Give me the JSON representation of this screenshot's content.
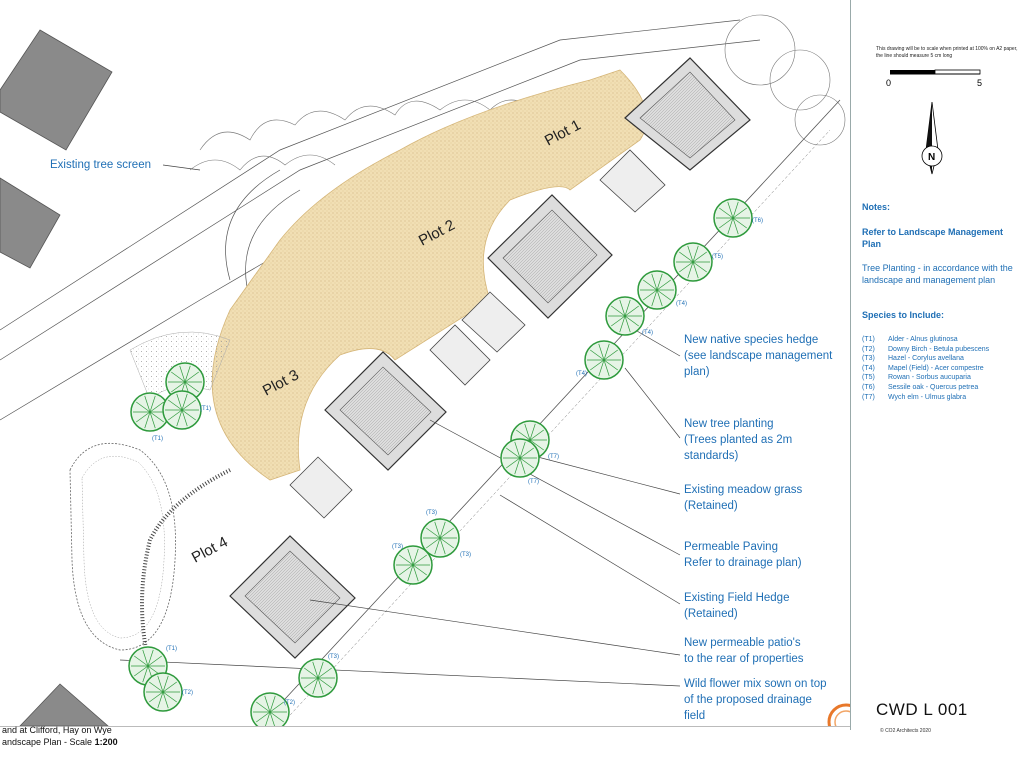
{
  "labels": {
    "existing_tree_screen": "Existing tree screen",
    "plots": [
      "Plot 1",
      "Plot 2",
      "Plot 3",
      "Plot 4"
    ],
    "hedge": [
      "New native species hedge",
      "(see landscape management",
      "plan)"
    ],
    "tree_planting": [
      "New tree planting",
      "(Trees planted as 2m",
      "standards)"
    ],
    "meadow": [
      "Existing meadow grass",
      "(Retained)"
    ],
    "paving": [
      "Permeable Paving",
      "Refer to drainage plan)"
    ],
    "field_hedge": [
      "Existing Field Hedge",
      "(Retained)"
    ],
    "patio": [
      "New permeable patio's",
      "to the rear of properties"
    ],
    "wildflower": [
      "Wild flower mix sown on top",
      "of the proposed drainage",
      "field"
    ]
  },
  "tree_tags": [
    "(T1)",
    "(T2)",
    "(T3)",
    "(T4)",
    "(T5)",
    "(T6)",
    "(T7)"
  ],
  "side": {
    "scale_note": "This drawing will be to scale when printed at 100% on A2 paper, the line should measure 5 cm long",
    "scale_ticks": [
      "0",
      "5"
    ],
    "north": "N",
    "notes_heading": "Notes:",
    "ref": "Refer to Landscape Management Plan",
    "tree_planting": "Tree Planting - in accordance with the landscape and management plan",
    "species_heading": "Species to Include:",
    "species": [
      {
        "code": "(T1)",
        "name": "Alder - Alnus glutinosa"
      },
      {
        "code": "(T2)",
        "name": "Downy Birch - Betula pubescens"
      },
      {
        "code": "(T3)",
        "name": "Hazel - Corylus avellana"
      },
      {
        "code": "(T4)",
        "name": "Mapel (Field) - Acer compestre"
      },
      {
        "code": "(T5)",
        "name": "Rowan - Sorbus aucuparia"
      },
      {
        "code": "(T6)",
        "name": "Sessile oak - Quercus petrea"
      },
      {
        "code": "(T7)",
        "name": "Wych elm - Ulmus glabra"
      }
    ],
    "drawing_no": "CWD L 001",
    "copyright": "© CO2 Architects 2020"
  },
  "title_block": {
    "line1": "and at Clifford, Hay on Wye",
    "line2_prefix": "andscape Plan - Scale ",
    "line2_scale": "1:200"
  },
  "colors": {
    "label_blue": "#1f6fb5",
    "plot_fill": "#f1dfb4",
    "tree_green": "#2e9a3c",
    "building_grey": "#8a8a8a",
    "logo_orange": "#e8782a"
  }
}
